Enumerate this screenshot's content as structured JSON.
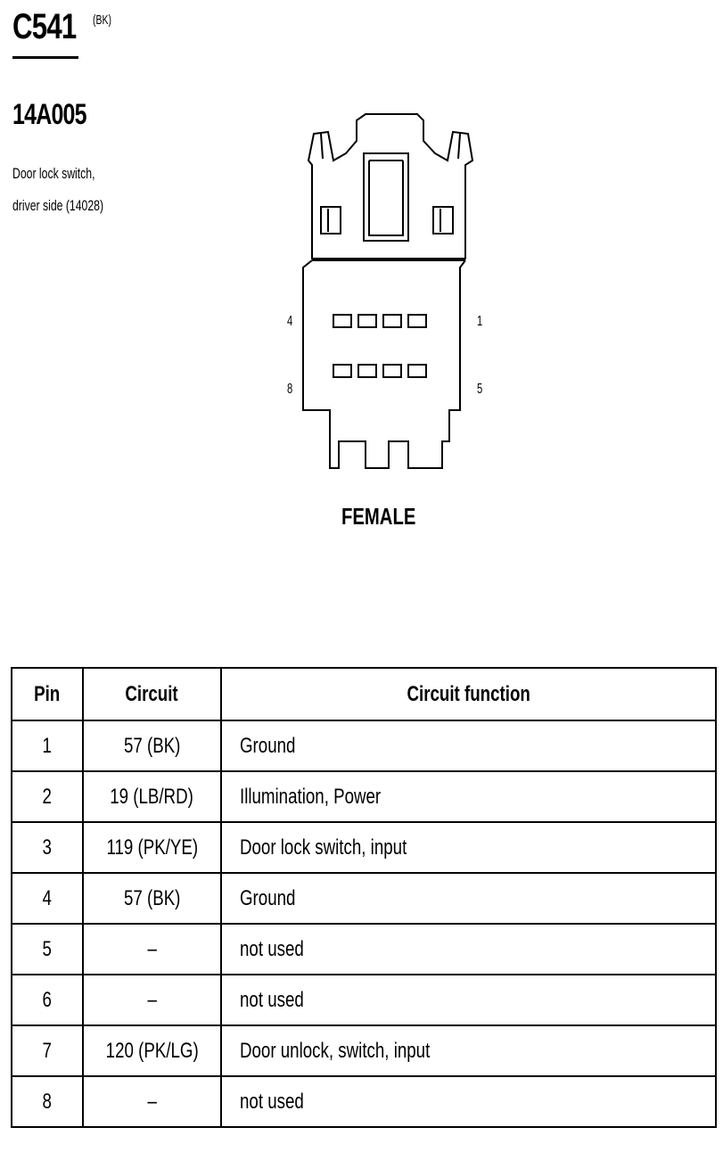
{
  "connector": {
    "id": "C541",
    "color": "(BK)",
    "part_number": "14A005",
    "description_line1": "Door lock switch,",
    "description_line2": "driver side (14028)",
    "face": "FEMALE",
    "pin_labels": {
      "top_left": "4",
      "top_right": "1",
      "bottom_left": "8",
      "bottom_right": "5"
    }
  },
  "table": {
    "headers": [
      "Pin",
      "Circuit",
      "Circuit function"
    ],
    "rows": [
      {
        "pin": "1",
        "circuit": "57 (BK)",
        "function": "Ground"
      },
      {
        "pin": "2",
        "circuit": "19 (LB/RD)",
        "function": "Illumination, Power"
      },
      {
        "pin": "3",
        "circuit": "119 (PK/YE)",
        "function": "Door lock switch, input"
      },
      {
        "pin": "4",
        "circuit": "57 (BK)",
        "function": "Ground"
      },
      {
        "pin": "5",
        "circuit": "–",
        "function": "not used"
      },
      {
        "pin": "6",
        "circuit": "–",
        "function": "not used"
      },
      {
        "pin": "7",
        "circuit": "120 (PK/LG)",
        "function": "Door unlock, switch, input"
      },
      {
        "pin": "8",
        "circuit": "–",
        "function": "not used"
      }
    ]
  }
}
